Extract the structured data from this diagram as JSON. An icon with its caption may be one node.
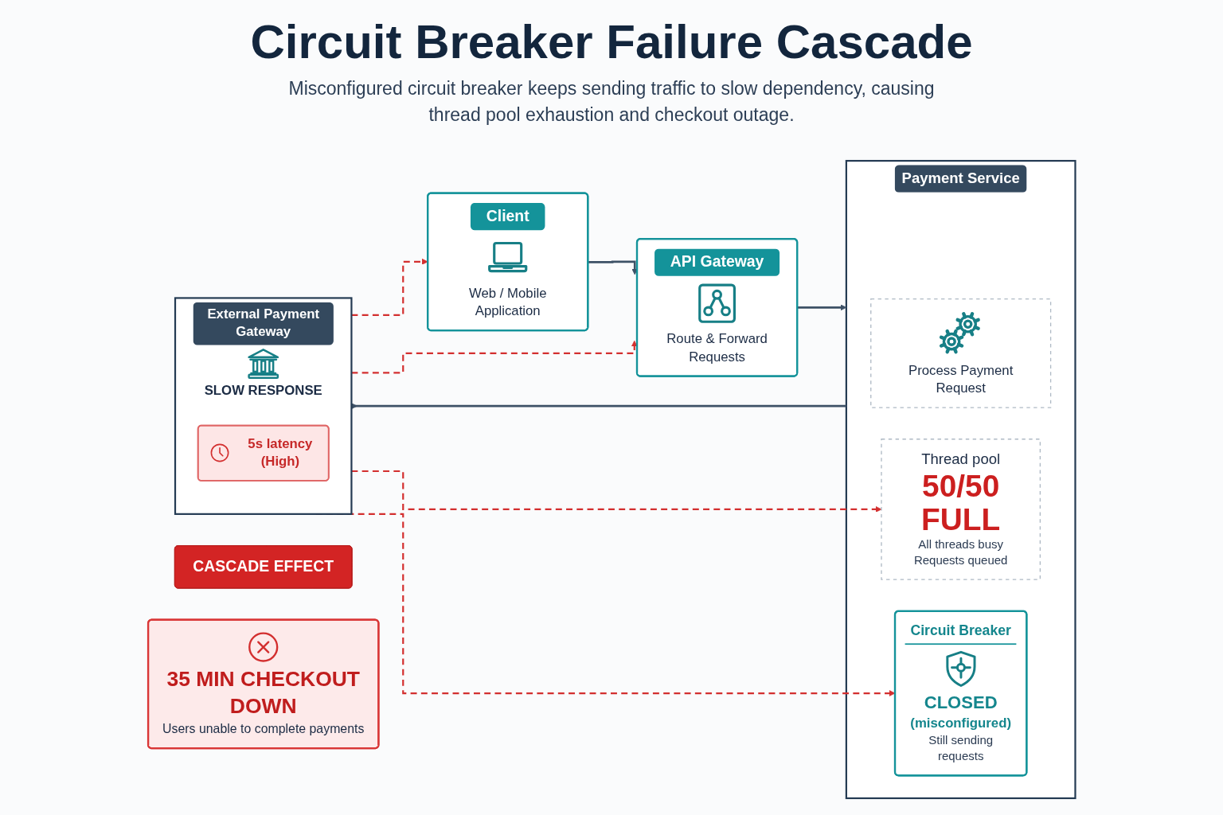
{
  "diagram": {
    "title": "Circuit Breaker Failure Cascade",
    "nodes": [
      {
        "text": [
          "Client",
          "Web / Mobile Application"
        ]
      },
      {
        "text": [
          "API Gateway",
          "Route & Forward Requests"
        ]
      },
      {
        "text": [
          "Payment Service"
        ]
      },
      {
        "text": [
          "Process Payment Request"
        ],
        "in": 2
      },
      {
        "text": [
          "Thread pool",
          "50/50 FULL",
          "All threads busy Requests queued"
        ],
        "in": 2
      },
      {
        "text": [
          "Circuit Breaker",
          "CLOSED",
          "(misconfigured)",
          "Still sending requests"
        ],
        "in": 2
      },
      {
        "text": [
          "External Payment Gateway",
          "SLOW RESPONSE"
        ]
      },
      {
        "text": [
          "5s latency (High)"
        ],
        "in": 6
      },
      {
        "text": [
          "CASCADE EFFECT"
        ]
      },
      {
        "text": [
          "35 MIN CHECKOUT DOWN",
          "Users unable to complete payments"
        ]
      }
    ],
    "edges": [
      {
        "from": 0,
        "to": 1,
        "arrow": "to",
        "color": "#3d5166"
      },
      {
        "from": 1,
        "to": 2,
        "arrow": "to",
        "color": "#3d5166"
      },
      {
        "from": 2,
        "to": 6,
        "arrow": "to",
        "color": "#3d5166"
      },
      {
        "from": 6,
        "to": 5,
        "arrow": "to",
        "style": "dashed",
        "color": "#d32f2f"
      },
      {
        "from": 6,
        "to": 4,
        "arrow": "to",
        "style": "dashed",
        "color": "#d32f2f"
      },
      {
        "from": 6,
        "to": 1,
        "arrow": "to",
        "style": "dashed",
        "color": "#d32f2f"
      },
      {
        "from": 6,
        "to": 0,
        "arrow": "to",
        "style": "dashed",
        "color": "#d32f2f"
      }
    ],
    "labels": [
      "Misconfigured circuit breaker keeps sending traffic to slow dependency, causing thread pool exhaustion and checkout outage."
    ]
  }
}
